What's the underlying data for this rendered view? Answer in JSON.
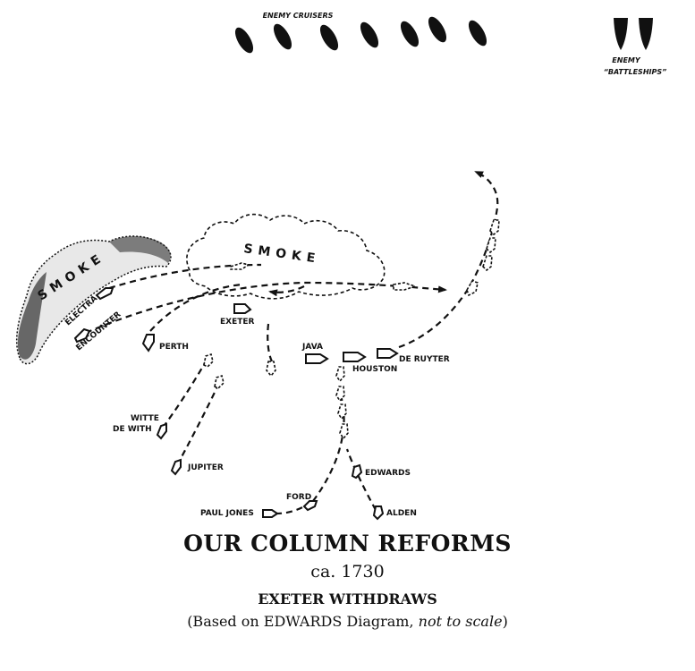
{
  "enemy": {
    "cruisers_label": "ENEMY CRUISERS",
    "battleships_label_1": "ENEMY",
    "battleships_label_2": "“BATTLESHIPS”"
  },
  "smoke": {
    "left_label": "SMOKE",
    "right_label": "SMOKE"
  },
  "ships": {
    "electra": "ELECTRA",
    "encounter": "ENCOUNTER",
    "exeter": "EXETER",
    "perth": "PERTH",
    "java": "JAVA",
    "houston": "HOUSTON",
    "de_ruyter": "DE RUYTER",
    "witte_de_with_1": "WITTE",
    "witte_de_with_2": "DE WITH",
    "jupiter": "JUPITER",
    "edwards": "EDWARDS",
    "ford": "FORD",
    "paul_jones": "PAUL JONES",
    "alden": "ALDEN"
  },
  "caption": {
    "title": "OUR COLUMN REFORMS",
    "time": "ca. 1730",
    "subtitle": "EXETER WITHDRAWS",
    "note_prefix": "(Based on EDWARDS Diagram, ",
    "note_italic": "not to scale",
    "note_suffix": ")"
  }
}
